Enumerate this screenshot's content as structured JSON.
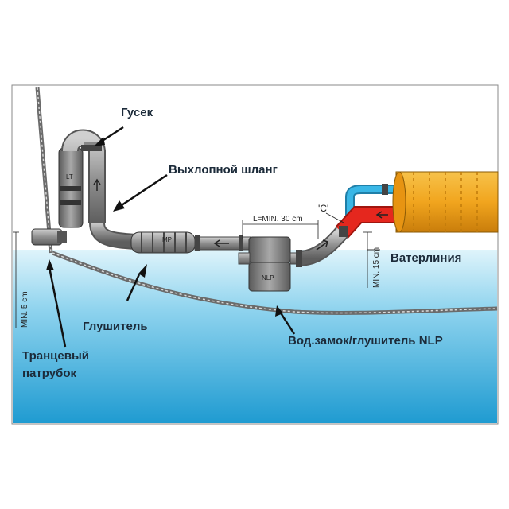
{
  "labels": {
    "gooseneck": "Гусек",
    "exhaust_hose": "Выхлопной шланг",
    "waterline": "Ватерлиния",
    "muffler": "Глушитель",
    "waterlock": "Вод.замок/глушитель NLP",
    "transom_line1": "Транцевый",
    "transom_line2": "патрубок"
  },
  "dimensions": {
    "min_5": "MIN. 5 cm",
    "min_15": "MIN. 15 cm",
    "min_30": "L=MIN. 30 cm",
    "c_mark": "'C'"
  },
  "component_marks": {
    "lt": "LT",
    "mp": "MP",
    "nlp": "NLP"
  },
  "colors": {
    "water_top": "#cdeef8",
    "water_bottom": "#1f9bd1",
    "hull": "#6b6b6b",
    "pipe": "#9a9a9a",
    "engine": "#f1a51e",
    "hot_pipe": "#e5271e",
    "cold_pipe": "#3ab7e6",
    "label": "#1c2b3a"
  }
}
